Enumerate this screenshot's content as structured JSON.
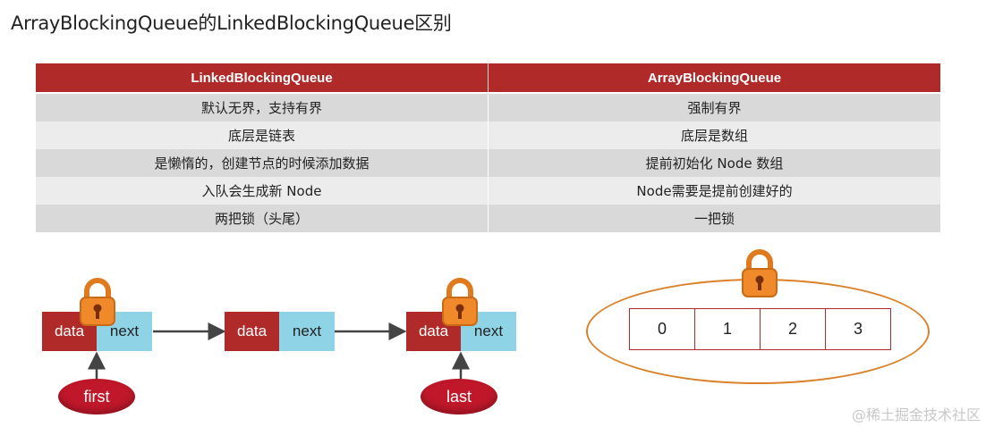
{
  "title": "ArrayBlockingQueue的LinkedBlockingQueue区别",
  "table": {
    "headers": [
      "LinkedBlockingQueue",
      "ArrayBlockingQueue"
    ],
    "rows": [
      [
        "默认无界，支持有界",
        "强制有界"
      ],
      [
        "底层是链表",
        "底层是数组"
      ],
      [
        "是懒惰的，创建节点的时候添加数据",
        "提前初始化 Node 数组"
      ],
      [
        "入队会生成新 Node",
        "Node需要是提前创建好的"
      ],
      [
        "两把锁（头尾）",
        "一把锁"
      ]
    ]
  },
  "linked_list": {
    "nodes": [
      {
        "data": "data",
        "next": "next"
      },
      {
        "data": "data",
        "next": "next"
      },
      {
        "data": "data",
        "next": "next"
      }
    ],
    "first_label": "first",
    "last_label": "last"
  },
  "array": {
    "cells": [
      "0",
      "1",
      "2",
      "3"
    ]
  },
  "watermark": "@稀土掘金技术社区",
  "colors": {
    "header_red": "#b02a2a",
    "next_blue": "#8fd3e6",
    "lock_orange": "#f0892a",
    "pointer_red": "#c0182a",
    "oval_border": "#d9822b"
  }
}
